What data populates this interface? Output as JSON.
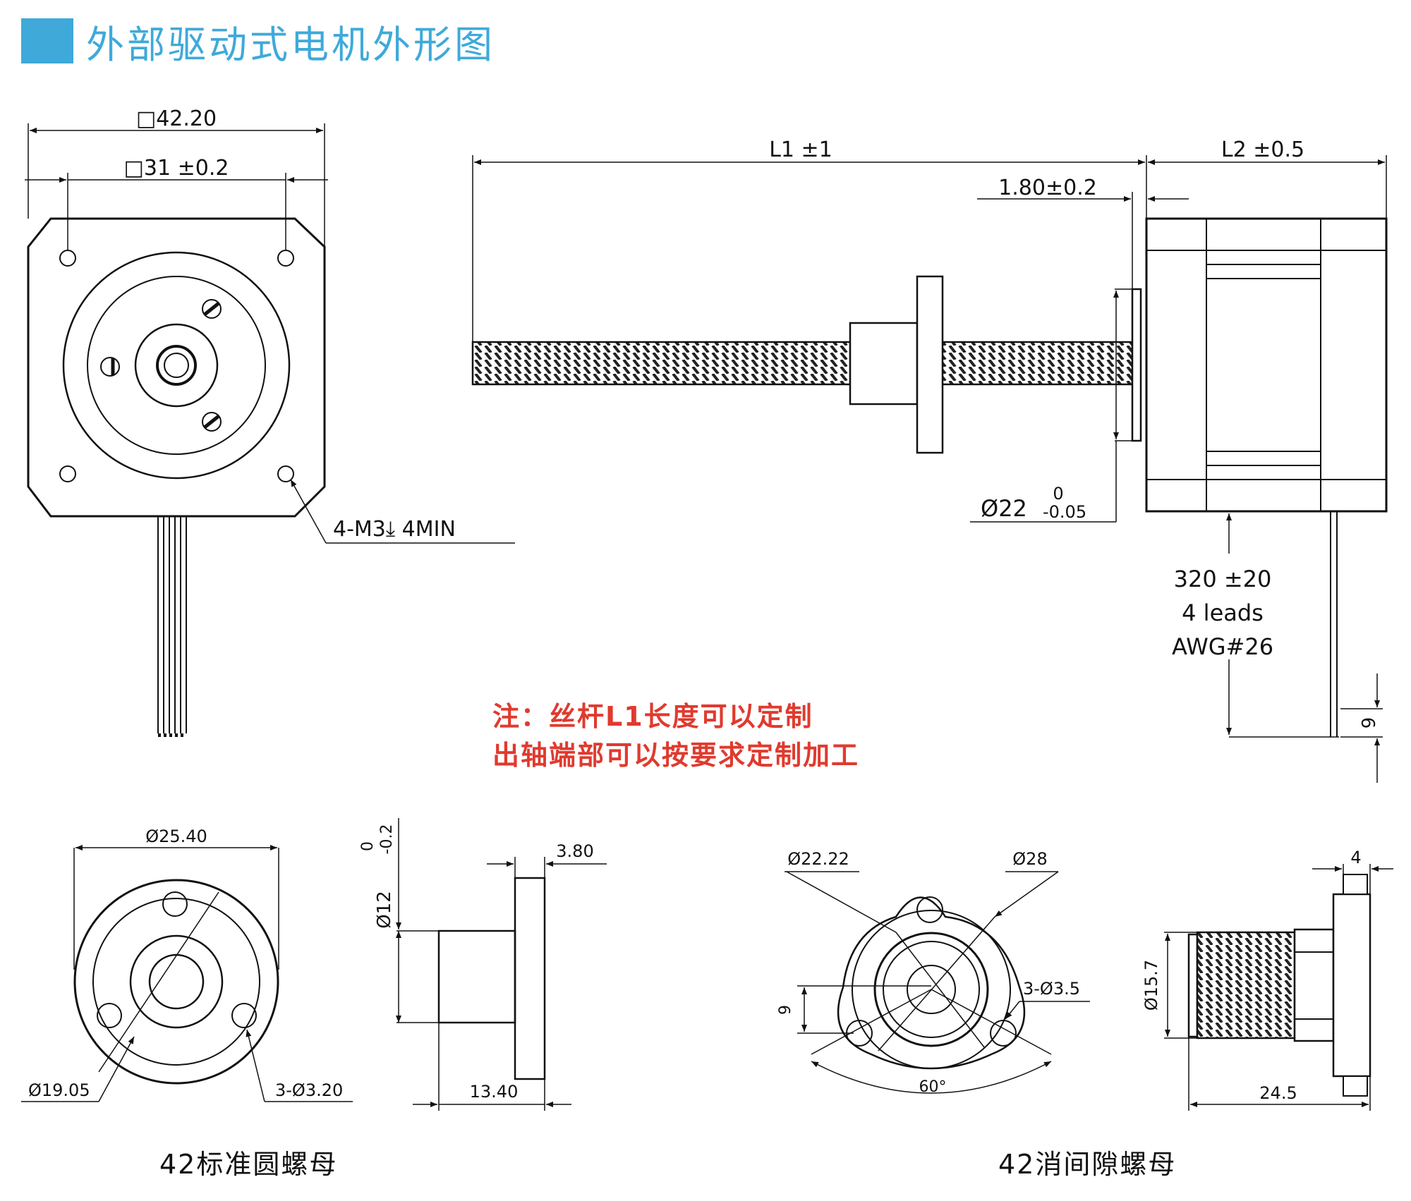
{
  "heading": {
    "title": "外部驱动式电机外形图",
    "accent_color": "#3fa9d9"
  },
  "front_view": {
    "outer_square": "□42.20",
    "bolt_square": "□31 ±0.2",
    "thread_note": "4-M3⤓ 4MIN"
  },
  "side_view": {
    "l1": "L1 ±1",
    "l2": "L2 ±0.5",
    "boss_height": "1.80±0.2",
    "boss_dia_main": "Ø22",
    "boss_dia_upper": "0",
    "boss_dia_lower": "-0.05",
    "lead_length": "320 ±20",
    "lead_count": "4 leads",
    "lead_gauge": "AWG#26",
    "strip_length": "6"
  },
  "note": {
    "line1": "注：丝杆L1长度可以定制",
    "line2": "出轴端部可以按要求定制加工",
    "color": "#e03a2e"
  },
  "std_nut": {
    "flange_dia": "Ø25.40",
    "bolt_circle": "Ø19.05",
    "holes": "3-Ø3.20",
    "body_dia": "Ø12",
    "body_tol_upper": "0",
    "body_tol_lower": "-0.2",
    "flange_thk": "3.80",
    "length": "13.40",
    "caption": "42标准圆螺母"
  },
  "ab_nut": {
    "dia1": "Ø22.22",
    "dia2": "Ø28",
    "holes": "3-Ø3.5",
    "offset": "9",
    "angle": "60°",
    "body_dia": "Ø15.7",
    "flange_thk": "4",
    "length": "24.5",
    "caption": "42消间隙螺母"
  }
}
